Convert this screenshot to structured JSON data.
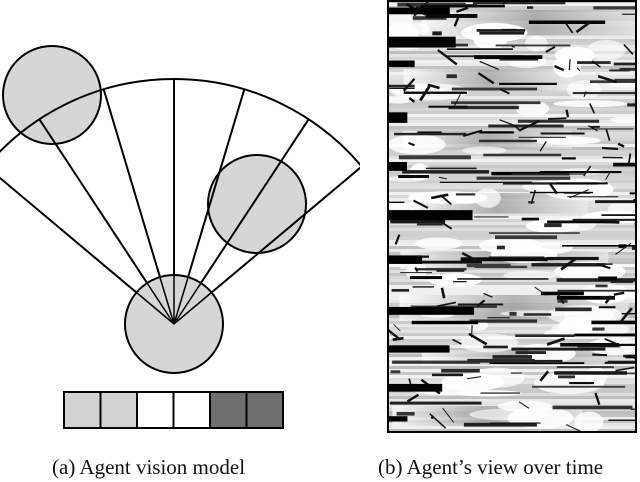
{
  "panel_a": {
    "caption": "(a) Agent vision model",
    "retina_cells": [
      "light",
      "light",
      "empty",
      "empty",
      "dark",
      "dark"
    ],
    "colors": {
      "object_fill": "#d6d6d6",
      "light_cell": "#d2d2d2",
      "dark_cell": "#6e6e6e",
      "empty_cell": "#ffffff",
      "stroke": "#000000"
    }
  },
  "panel_b": {
    "caption": "(b) Agent’s view over time"
  }
}
